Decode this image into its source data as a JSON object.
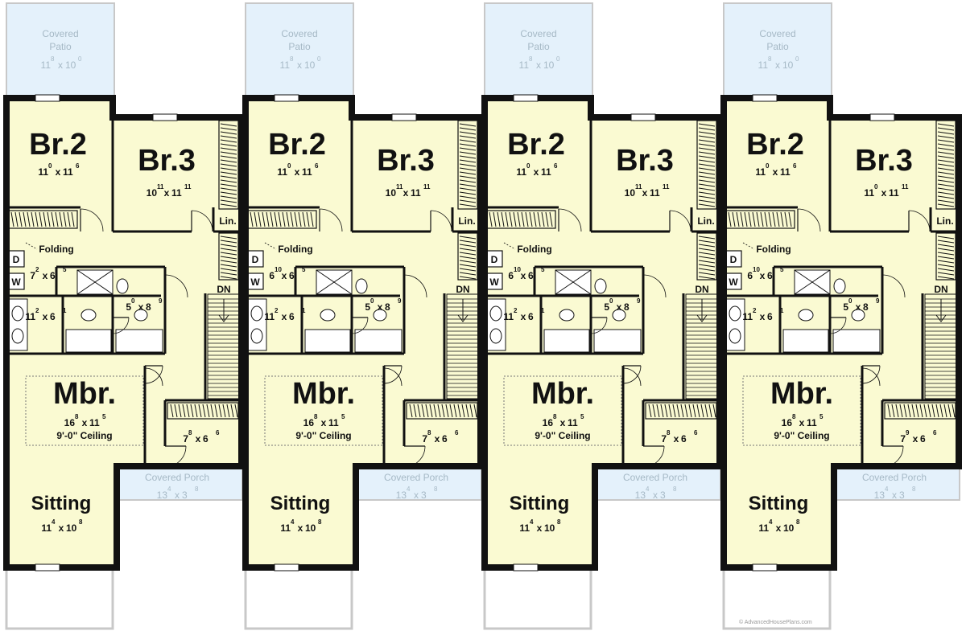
{
  "units": [
    {
      "patio": {
        "label1": "Covered",
        "label2": "Patio",
        "dim_a": "11",
        "dim_a_sup": "8",
        "dim_b": "10",
        "dim_b_sup": "0"
      },
      "br2": {
        "name": "Br.2",
        "dim_a": "11",
        "dim_a_sup": "0",
        "dim_b": "11",
        "dim_b_sup": "6"
      },
      "br3": {
        "name": "Br.3",
        "dim_a": "10",
        "dim_a_sup": "11",
        "dim_b": "11",
        "dim_b_sup": "11"
      },
      "linen": "Lin.",
      "folding": "Folding",
      "dryer": "D",
      "washer": "W",
      "laundry": {
        "dim_a": "7",
        "dim_a_sup": "2",
        "dim_b": "6",
        "dim_b_sup": "5"
      },
      "closet": {
        "dim_a": "11",
        "dim_a_sup": "2",
        "dim_b": "6",
        "dim_b_sup": "1"
      },
      "bath2": {
        "dim_a": "5",
        "dim_a_sup": "0",
        "dim_b": "8",
        "dim_b_sup": "9"
      },
      "stair": "DN",
      "mbr": {
        "name": "Mbr.",
        "dim_a": "16",
        "dim_a_sup": "8",
        "dim_b": "11",
        "dim_b_sup": "5",
        "ceiling": "9'-0\" Ceiling"
      },
      "wic": {
        "dim_a": "7",
        "dim_a_sup": "8",
        "dim_b": "6",
        "dim_b_sup": "6"
      },
      "porch": {
        "label": "Covered Porch",
        "dim_a": "13",
        "dim_a_sup": "4",
        "dim_b": "3",
        "dim_b_sup": "8"
      },
      "sitting": {
        "name": "Sitting",
        "dim_a": "11",
        "dim_a_sup": "4",
        "dim_b": "10",
        "dim_b_sup": "8"
      }
    },
    {
      "patio": {
        "label1": "Covered",
        "label2": "Patio",
        "dim_a": "11",
        "dim_a_sup": "8",
        "dim_b": "10",
        "dim_b_sup": "0"
      },
      "br2": {
        "name": "Br.2",
        "dim_a": "11",
        "dim_a_sup": "0",
        "dim_b": "11",
        "dim_b_sup": "6"
      },
      "br3": {
        "name": "Br.3",
        "dim_a": "10",
        "dim_a_sup": "11",
        "dim_b": "11",
        "dim_b_sup": "11"
      },
      "linen": "Lin.",
      "folding": "Folding",
      "dryer": "D",
      "washer": "W",
      "laundry": {
        "dim_a": "6",
        "dim_a_sup": "10",
        "dim_b": "6",
        "dim_b_sup": "5"
      },
      "closet": {
        "dim_a": "11",
        "dim_a_sup": "2",
        "dim_b": "6",
        "dim_b_sup": "1"
      },
      "bath2": {
        "dim_a": "5",
        "dim_a_sup": "0",
        "dim_b": "8",
        "dim_b_sup": "9"
      },
      "stair": "DN",
      "mbr": {
        "name": "Mbr.",
        "dim_a": "16",
        "dim_a_sup": "8",
        "dim_b": "11",
        "dim_b_sup": "5",
        "ceiling": "9'-0\" Ceiling"
      },
      "wic": {
        "dim_a": "7",
        "dim_a_sup": "8",
        "dim_b": "6",
        "dim_b_sup": "6"
      },
      "porch": {
        "label": "Covered Porch",
        "dim_a": "13",
        "dim_a_sup": "4",
        "dim_b": "3",
        "dim_b_sup": "8"
      },
      "sitting": {
        "name": "Sitting",
        "dim_a": "11",
        "dim_a_sup": "4",
        "dim_b": "10",
        "dim_b_sup": "8"
      }
    },
    {
      "patio": {
        "label1": "Covered",
        "label2": "Patio",
        "dim_a": "11",
        "dim_a_sup": "8",
        "dim_b": "10",
        "dim_b_sup": "0"
      },
      "br2": {
        "name": "Br.2",
        "dim_a": "11",
        "dim_a_sup": "0",
        "dim_b": "11",
        "dim_b_sup": "6"
      },
      "br3": {
        "name": "Br.3",
        "dim_a": "10",
        "dim_a_sup": "11",
        "dim_b": "11",
        "dim_b_sup": "11"
      },
      "linen": "Lin.",
      "folding": "Folding",
      "dryer": "D",
      "washer": "W",
      "laundry": {
        "dim_a": "6",
        "dim_a_sup": "10",
        "dim_b": "6",
        "dim_b_sup": "5"
      },
      "closet": {
        "dim_a": "11",
        "dim_a_sup": "2",
        "dim_b": "6",
        "dim_b_sup": "1"
      },
      "bath2": {
        "dim_a": "5",
        "dim_a_sup": "0",
        "dim_b": "8",
        "dim_b_sup": "9"
      },
      "stair": "DN",
      "mbr": {
        "name": "Mbr.",
        "dim_a": "16",
        "dim_a_sup": "8",
        "dim_b": "11",
        "dim_b_sup": "5",
        "ceiling": "9'-0\" Ceiling"
      },
      "wic": {
        "dim_a": "7",
        "dim_a_sup": "8",
        "dim_b": "6",
        "dim_b_sup": "6"
      },
      "porch": {
        "label": "Covered Porch",
        "dim_a": "13",
        "dim_a_sup": "4",
        "dim_b": "3",
        "dim_b_sup": "8"
      },
      "sitting": {
        "name": "Sitting",
        "dim_a": "11",
        "dim_a_sup": "4",
        "dim_b": "10",
        "dim_b_sup": "8"
      }
    },
    {
      "patio": {
        "label1": "Covered",
        "label2": "Patio",
        "dim_a": "11",
        "dim_a_sup": "8",
        "dim_b": "10",
        "dim_b_sup": "0"
      },
      "br2": {
        "name": "Br.2",
        "dim_a": "11",
        "dim_a_sup": "0",
        "dim_b": "11",
        "dim_b_sup": "6"
      },
      "br3": {
        "name": "Br.3",
        "dim_a": "11",
        "dim_a_sup": "0",
        "dim_b": "11",
        "dim_b_sup": "11"
      },
      "linen": "Lin.",
      "folding": "Folding",
      "dryer": "D",
      "washer": "W",
      "laundry": {
        "dim_a": "6",
        "dim_a_sup": "10",
        "dim_b": "6",
        "dim_b_sup": "5"
      },
      "closet": {
        "dim_a": "11",
        "dim_a_sup": "2",
        "dim_b": "6",
        "dim_b_sup": "1"
      },
      "bath2": {
        "dim_a": "5",
        "dim_a_sup": "0",
        "dim_b": "8",
        "dim_b_sup": "9"
      },
      "stair": "DN",
      "mbr": {
        "name": "Mbr.",
        "dim_a": "16",
        "dim_a_sup": "8",
        "dim_b": "11",
        "dim_b_sup": "5",
        "ceiling": "9'-0\" Ceiling"
      },
      "wic": {
        "dim_a": "7",
        "dim_a_sup": "9",
        "dim_b": "6",
        "dim_b_sup": "6"
      },
      "porch": {
        "label": "Covered Porch",
        "dim_a": "13",
        "dim_a_sup": "4",
        "dim_b": "3",
        "dim_b_sup": "8"
      },
      "sitting": {
        "name": "Sitting",
        "dim_a": "11",
        "dim_a_sup": "4",
        "dim_b": "10",
        "dim_b_sup": "8"
      }
    }
  ],
  "watermark": "© AdvancedHousePlans.com",
  "colors": {
    "floor": "#fafad2",
    "wall": "#111111",
    "outdoor": "#e4f1fb",
    "outdoor_edge": "#c8c8c8",
    "text_outdoor": "#a6b9c6"
  }
}
